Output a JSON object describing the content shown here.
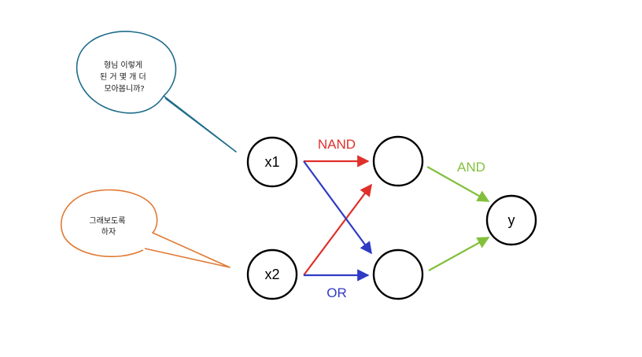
{
  "nodes": {
    "x1": "x1",
    "x2": "x2",
    "nand_out": "",
    "or_out": "",
    "y": "y"
  },
  "edge_labels": {
    "nand": "NAND",
    "or": "OR",
    "and": "AND"
  },
  "colors": {
    "nand": "#e0302a",
    "or": "#2f3bc4",
    "and": "#82c03c",
    "bubble_top": "#1f6c8a",
    "bubble_bottom": "#e07a35"
  },
  "bubbles": {
    "top": {
      "lines": [
        "형님 이렇게",
        "된 거 몇 개 더",
        "모아봅니까?"
      ]
    },
    "bottom": {
      "lines": [
        "그래보도록",
        "하자"
      ]
    }
  }
}
